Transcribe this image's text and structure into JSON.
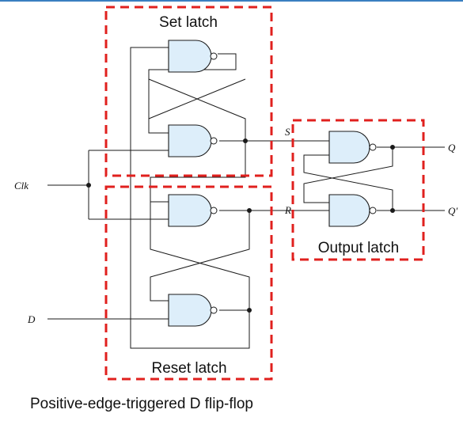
{
  "labels": {
    "set_latch": "Set latch",
    "reset_latch": "Reset latch",
    "output_latch": "Output latch",
    "caption": "Positive-edge-triggered D flip-flop"
  },
  "signals": {
    "clk": "Clk",
    "d": "D",
    "s": "S",
    "r": "R",
    "q": "Q",
    "q_bar": "Q′"
  },
  "colors": {
    "gate_fill": "#ddeefa",
    "box_dash": "#e0201e",
    "wire": "#1a1a1a"
  }
}
